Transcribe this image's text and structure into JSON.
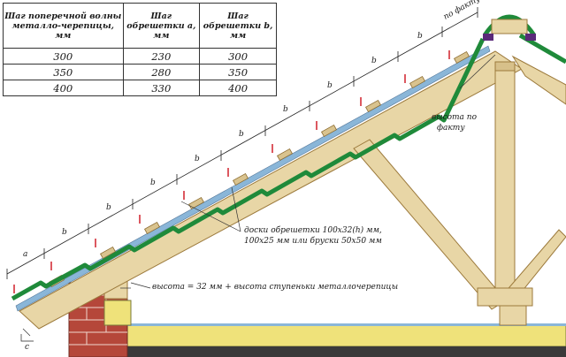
{
  "table": {
    "headers": [
      "Шаг поперечной волны металло-черепицы, мм",
      "Шаг обрешетки а, мм",
      "Шаг обрешетки b, мм"
    ],
    "rows": [
      [
        "300",
        "230",
        "300"
      ],
      [
        "350",
        "280",
        "350"
      ],
      [
        "400",
        "330",
        "400"
      ]
    ]
  },
  "labels": {
    "po_faktu": "по факту",
    "height_l1": "высота по",
    "height_l2": "факту",
    "boards_l1": "доски обрешетки 100х32(h) мм,",
    "boards_l2": "100х25 мм или бруски 50х50 мм",
    "height_formula": "высота = 32 мм + высота ступеньки металлочерепицы",
    "dim_a": "a",
    "dim_b": "b",
    "dim_c": "c"
  },
  "colors": {
    "roof_green": "#1f8a3a",
    "wood": "#e8d6a6",
    "wood_edge": "#9c7a3c",
    "brick": "#b5473a",
    "insulation": "#efe27a",
    "marker": "#d0202a"
  }
}
